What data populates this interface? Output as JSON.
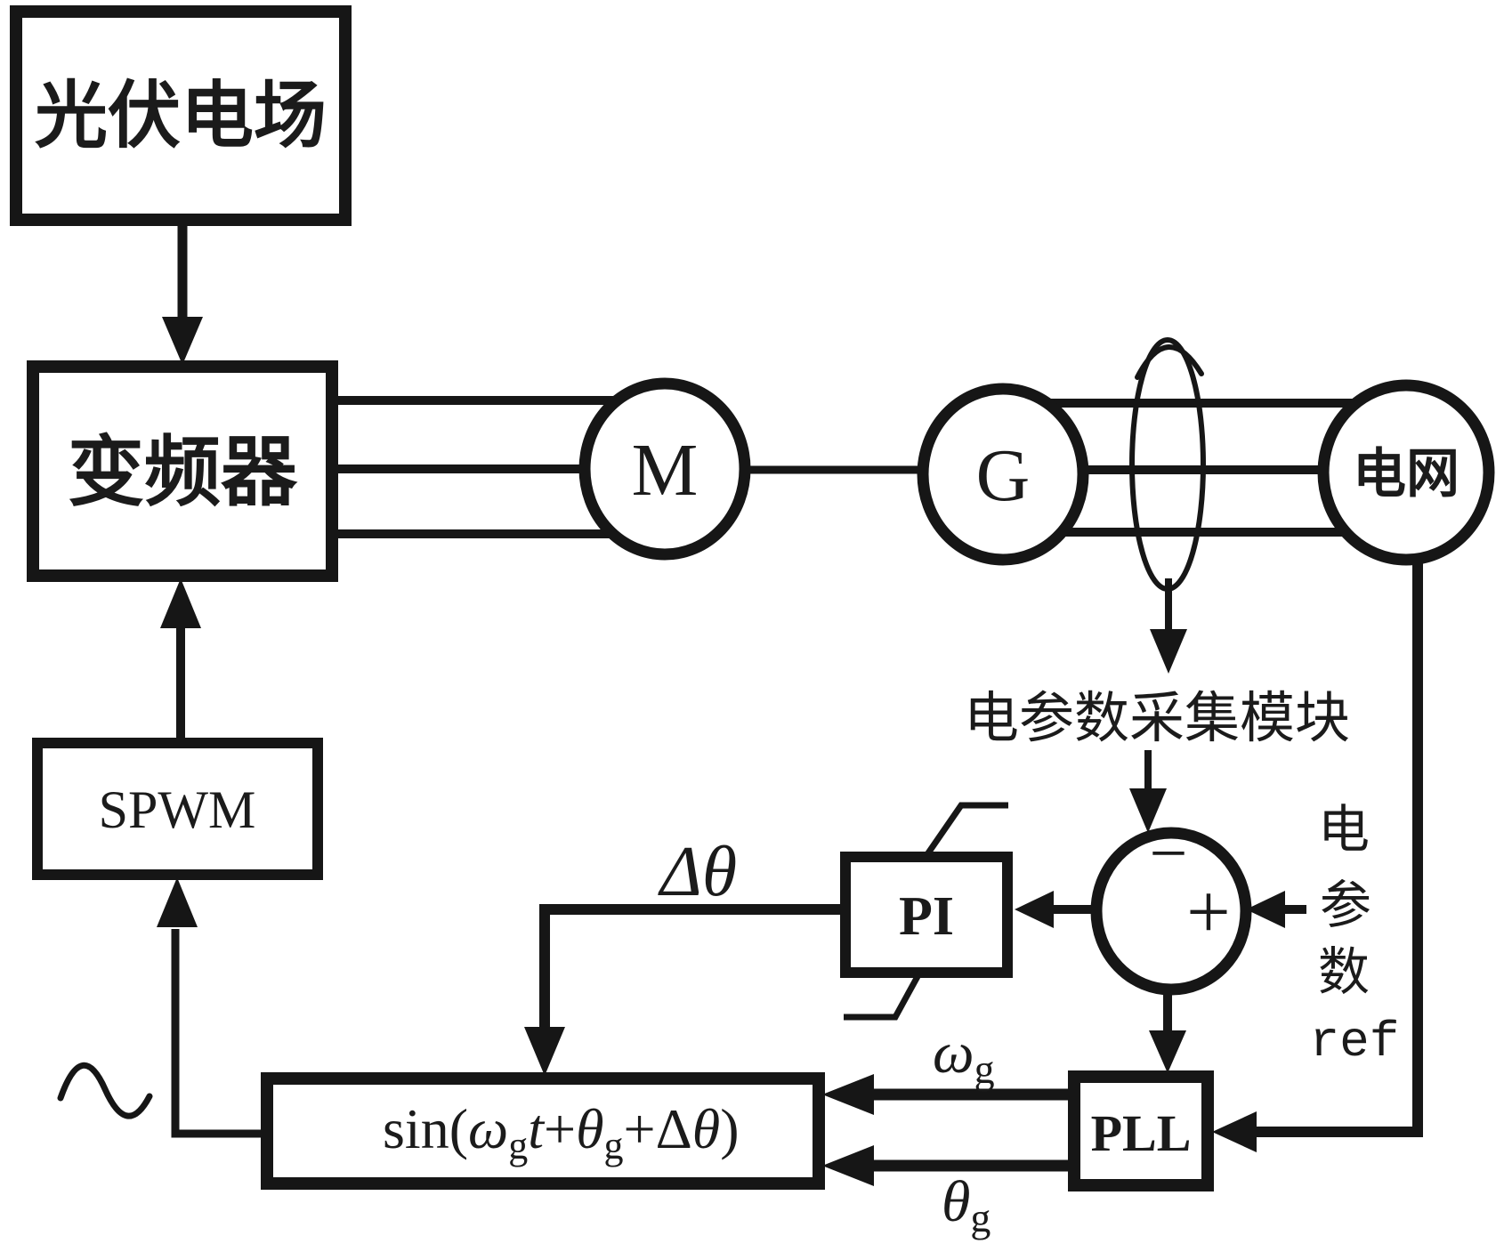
{
  "colors": {
    "background": "#ffffff",
    "ink": "#161616"
  },
  "blocks": {
    "pv_field": {
      "label": "光伏电场"
    },
    "inverter": {
      "label": "变频器"
    },
    "spwm": {
      "label": "SPWM"
    },
    "pi": {
      "label": "PI"
    },
    "pll": {
      "label": "PLL"
    }
  },
  "machines": {
    "motor": {
      "label": "M"
    },
    "generator": {
      "label": "G"
    },
    "grid": {
      "label": "电网"
    }
  },
  "labels": {
    "acquisition_module": "电参数采集模块",
    "delta_theta": "Δθ",
    "omega": "ω",
    "theta": "θ",
    "sub_g": "g",
    "minus": "−",
    "plus": "+"
  },
  "reference_column": {
    "char1": "电",
    "char2": "参",
    "char3": "数",
    "ref": "ref"
  },
  "formula": {
    "p0": "sin(",
    "p1": "ω",
    "p2": "g",
    "p3": "t",
    "p4": "+",
    "p5": "θ",
    "p6": "g",
    "p7": "+Δ",
    "p8": "θ",
    "p9": ")"
  }
}
